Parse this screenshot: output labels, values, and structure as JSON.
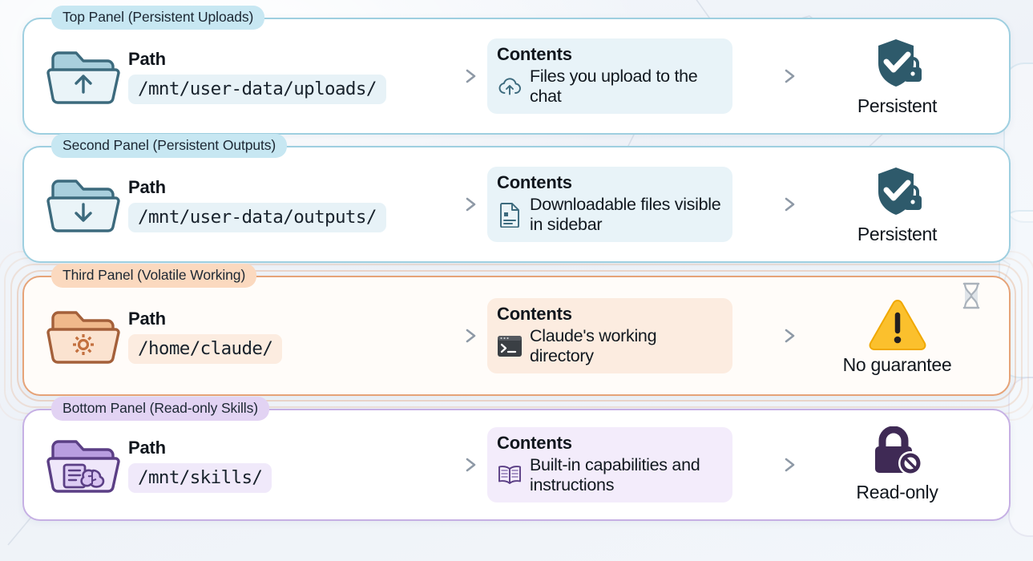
{
  "panels": [
    {
      "tag": "Top Panel (Persistent Uploads)",
      "theme": "blue",
      "folder_icon": "folder-upload-icon",
      "path_label": "Path",
      "path_value": "/mnt/user-data/uploads/",
      "contents_label": "Contents",
      "contents_icon": "cloud-upload-icon",
      "contents_text": "Files you upload to the chat",
      "status_icon": "shield-check-lock-icon",
      "status_label": "Persistent",
      "accent": "#9ecfe0",
      "tag_bg": "#c7e7f2",
      "status_color": "#2e5a6b"
    },
    {
      "tag": "Second Panel (Persistent Outputs)",
      "theme": "blue",
      "folder_icon": "folder-download-icon",
      "path_label": "Path",
      "path_value": "/mnt/user-data/outputs/",
      "contents_label": "Contents",
      "contents_icon": "document-icon",
      "contents_text": "Downloadable files visible in sidebar",
      "status_icon": "shield-check-lock-icon",
      "status_label": "Persistent",
      "accent": "#9ecfe0",
      "tag_bg": "#c7e7f2",
      "status_color": "#2e5a6b"
    },
    {
      "tag": "Third Panel (Volatile Working)",
      "theme": "orange",
      "folder_icon": "folder-gear-icon",
      "path_label": "Path",
      "path_value": "/home/claude/",
      "contents_label": "Contents",
      "contents_icon": "terminal-icon",
      "contents_text": "Claude's working directory",
      "status_icon": "warning-triangle-icon",
      "status_label": "No guarantee",
      "extra_icon": "hourglass-icon",
      "accent": "#e6a378",
      "tag_bg": "#fbd9bf",
      "status_color": "#f5c518"
    },
    {
      "tag": "Bottom Panel (Read-only Skills)",
      "theme": "purple",
      "folder_icon": "folder-book-brain-icon",
      "path_label": "Path",
      "path_value": "/mnt/skills/",
      "contents_label": "Contents",
      "contents_icon": "open-book-icon",
      "contents_text": "Built-in capabilities and instructions",
      "status_icon": "lock-blocked-icon",
      "status_label": "Read-only",
      "accent": "#c6b0e4",
      "tag_bg": "#e2d3f3",
      "status_color": "#3f2a55"
    }
  ],
  "background_color": "#f2f5f9"
}
